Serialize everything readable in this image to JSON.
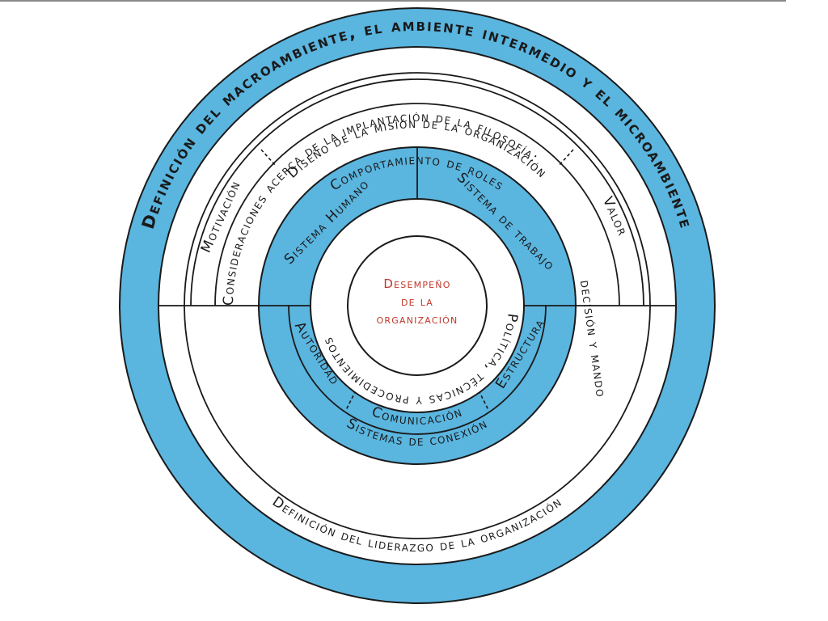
{
  "colors": {
    "blue": "#5ab5df",
    "white": "#ffffff",
    "line": "#1a1a1a",
    "center_text": "#c0392b"
  },
  "diagram": {
    "outer_ring": "Definición del macroambiente, el ambiente intermedio y el microambiente",
    "mission": "Diseño de la misión de la organización",
    "roles": "Comportamiento de roles",
    "motivation": "Motivación",
    "value": "Valor",
    "considerations": "Consideraciones acerca de la implantación de la filosofía:",
    "decision": "decisión y mando",
    "leadership": "Definición del  liderazgo de la organización",
    "human_system": "Sistema Humano",
    "work_system": "Sistema de trabajo",
    "connection_systems": "Sistemas de conexión",
    "authority": "Autoridad",
    "communication": "Comunicación",
    "structure": "Estructura",
    "policy": "Política, técnicas y procedimientos",
    "center_lines": [
      "Desempeño",
      "de la",
      "organización"
    ]
  }
}
